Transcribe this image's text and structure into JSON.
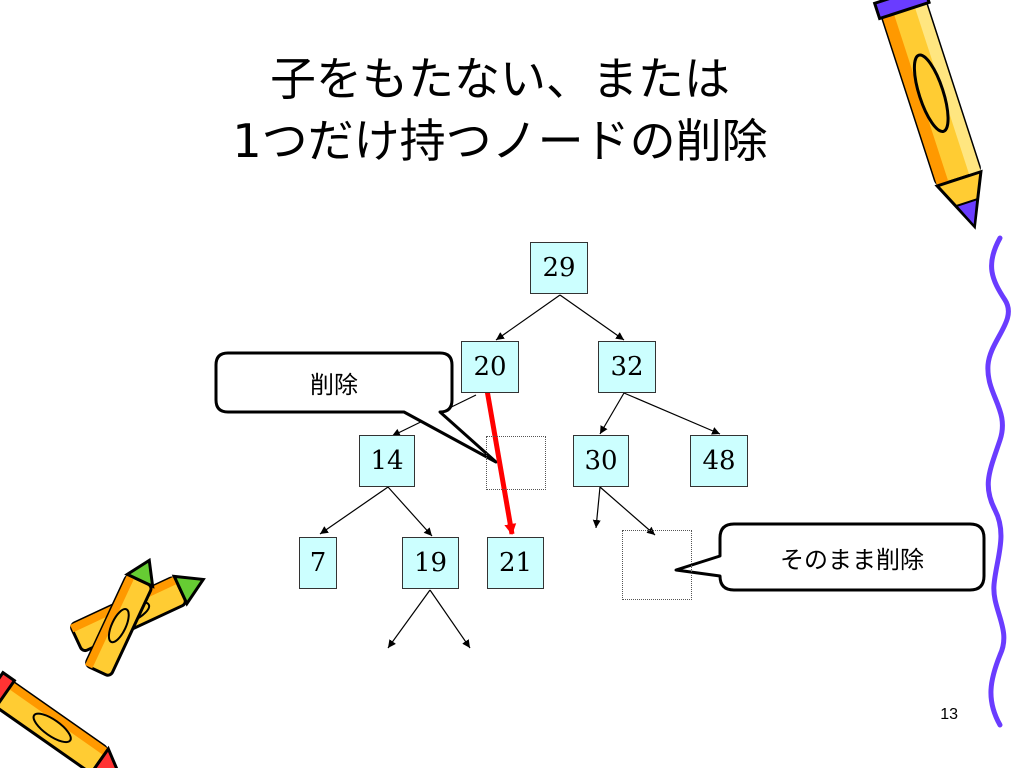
{
  "slide": {
    "title_line1": "子をもたない、または",
    "title_line2": "1つだけ持つノードの削除",
    "page_number": "13"
  },
  "tree": {
    "nodes": {
      "n29": "29",
      "n20": "20",
      "n32": "32",
      "n14": "14",
      "n30": "30",
      "n48": "48",
      "n7": "7",
      "n19": "19",
      "n21": "21"
    }
  },
  "callouts": {
    "delete_label": "削除",
    "delete_as_is_label": "そのまま削除"
  },
  "colors": {
    "node_fill": "#ccffff",
    "arrow_red": "#ff0000"
  },
  "icons": [
    "pencil-icon",
    "crayon-icon",
    "wavy-line-decoration"
  ]
}
